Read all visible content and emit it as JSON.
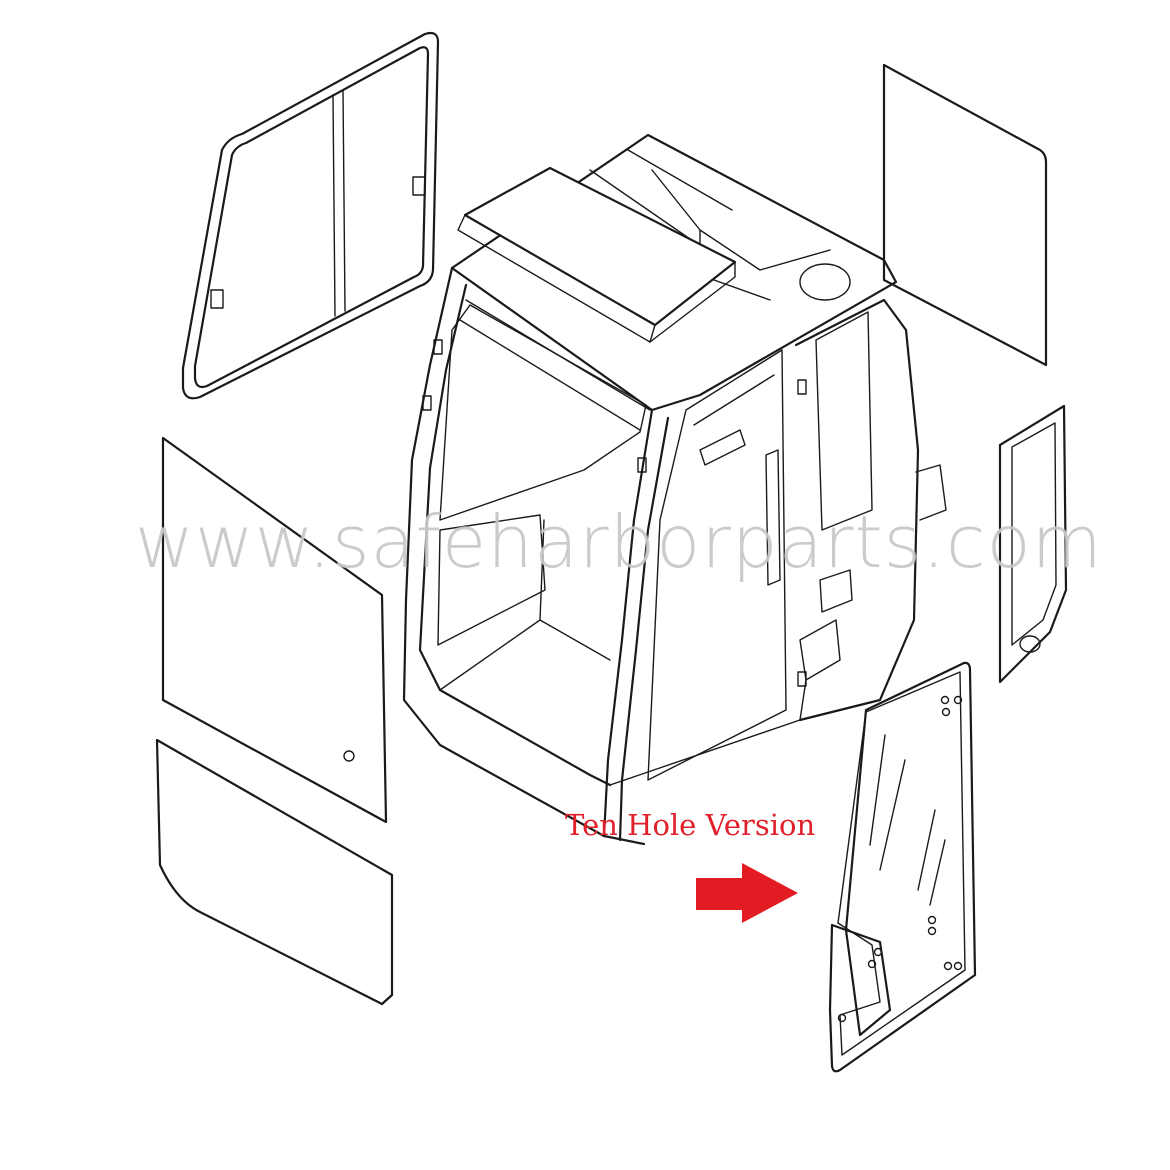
{
  "watermark": {
    "text": "www.safeharborparts.com"
  },
  "annotation": {
    "text": "Ten Hole Version",
    "color": "#e0202a"
  },
  "arrow": {
    "icon": "right-arrow-icon",
    "color": "#e31b23"
  },
  "parts": [
    {
      "id": "sliding-window-frame"
    },
    {
      "id": "rear-right-glass"
    },
    {
      "id": "roof-hatch-glass"
    },
    {
      "id": "front-upper-glass"
    },
    {
      "id": "front-lower-glass"
    },
    {
      "id": "side-window-glass"
    },
    {
      "id": "door-glass"
    },
    {
      "id": "cab-frame"
    }
  ]
}
